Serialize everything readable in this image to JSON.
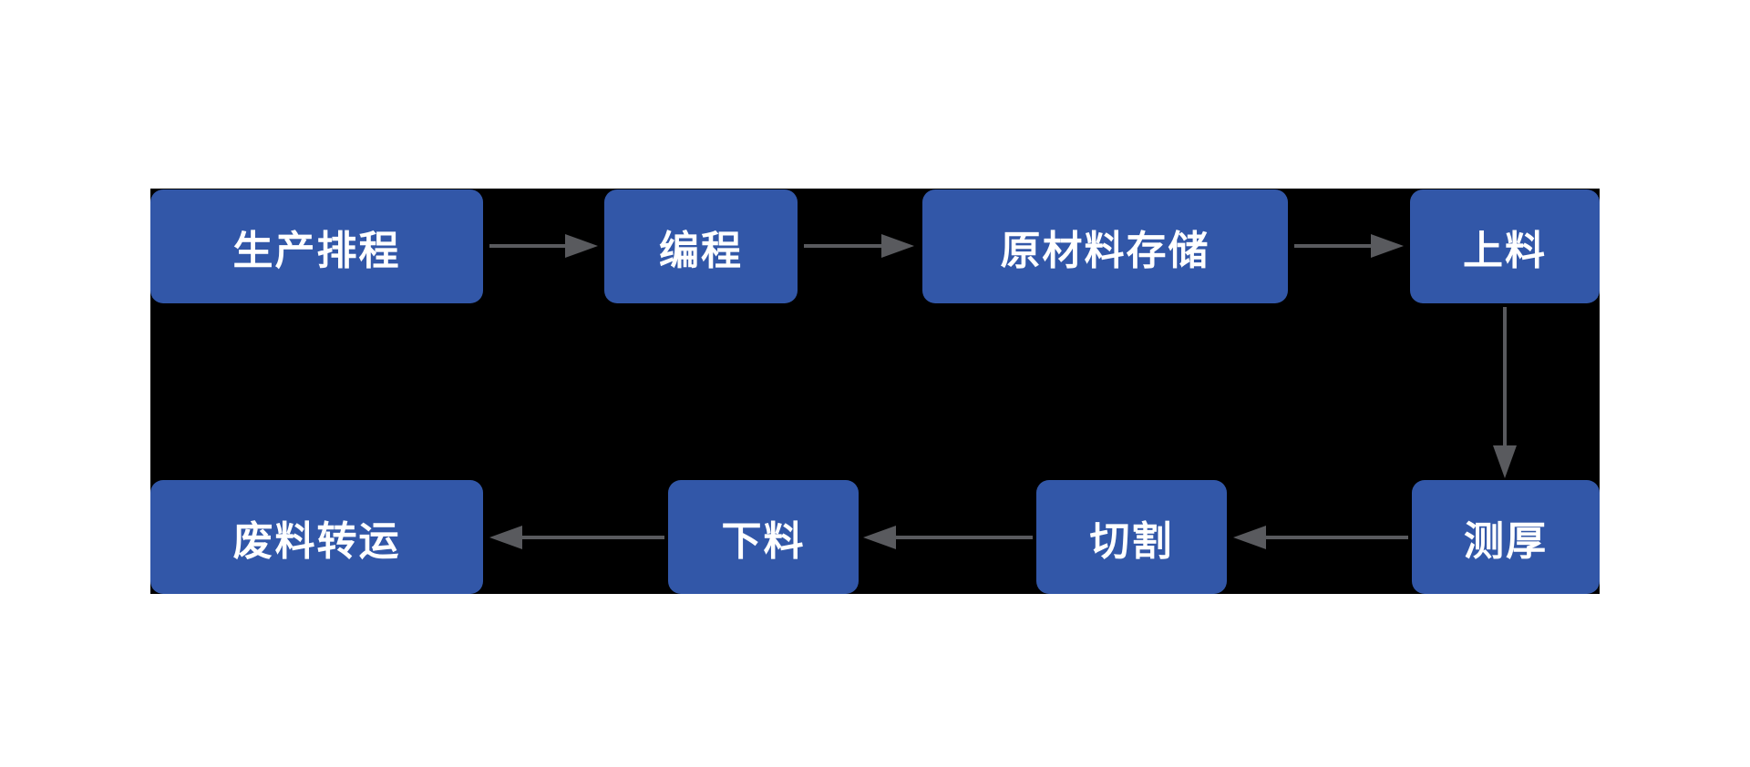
{
  "diagram": {
    "type": "flowchart",
    "description": "Laser cutting production process flow",
    "nodes": [
      {
        "id": "production-scheduling",
        "label": "生产排程"
      },
      {
        "id": "programming",
        "label": "编程"
      },
      {
        "id": "raw-material-storage",
        "label": "原材料存储"
      },
      {
        "id": "loading",
        "label": "上料"
      },
      {
        "id": "thickness-measurement",
        "label": "测厚"
      },
      {
        "id": "cutting",
        "label": "切割"
      },
      {
        "id": "unloading",
        "label": "下料"
      },
      {
        "id": "scrap-transfer",
        "label": "废料转运"
      }
    ],
    "edges": [
      {
        "from": "生产排程",
        "to": "编程",
        "direction": "right"
      },
      {
        "from": "编程",
        "to": "原材料存储",
        "direction": "right"
      },
      {
        "from": "原材料存储",
        "to": "上料",
        "direction": "right"
      },
      {
        "from": "上料",
        "to": "测厚",
        "direction": "down"
      },
      {
        "from": "测厚",
        "to": "切割",
        "direction": "left"
      },
      {
        "from": "切割",
        "to": "下料",
        "direction": "left"
      },
      {
        "from": "下料",
        "to": "废料转运",
        "direction": "left"
      }
    ],
    "colors": {
      "page_bg": "#FFFFFF",
      "canvas_bg": "#000000",
      "node_fill": "#3257A8",
      "text_color": "#FFFFFF",
      "arrow_color": "#595A5E"
    }
  }
}
